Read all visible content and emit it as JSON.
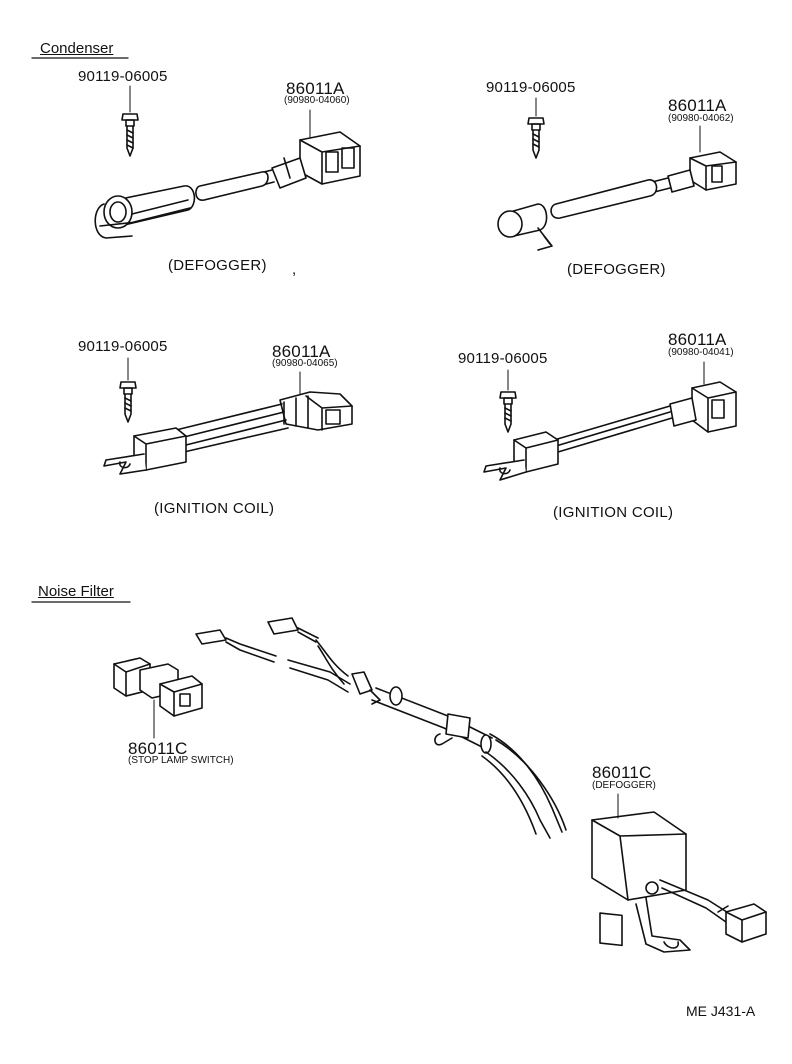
{
  "sections": {
    "condenser": "Condenser",
    "noise_filter": "Noise Filter"
  },
  "condenser_items": [
    {
      "screw_part": "90119-06005",
      "part": "86011A",
      "sub_part": "(90980-04060)",
      "caption": "(DEFOGGER)"
    },
    {
      "screw_part": "90119-06005",
      "part": "86011A",
      "sub_part": "(90980-04062)",
      "caption": "(DEFOGGER)"
    },
    {
      "screw_part": "90119-06005",
      "part": "86011A",
      "sub_part": "(90980-04065)",
      "caption": "(IGNITION COIL)"
    },
    {
      "screw_part": "90119-06005",
      "part": "86011A",
      "sub_part": "(90980-04041)",
      "caption": "(IGNITION COIL)"
    }
  ],
  "noise_filter_items": [
    {
      "part": "86011C",
      "sub": "(STOP LAMP SWITCH)"
    },
    {
      "part": "86011C",
      "sub": "(DEFOGGER)"
    }
  ],
  "stray_mark": ",",
  "reference": "ME J431-A"
}
